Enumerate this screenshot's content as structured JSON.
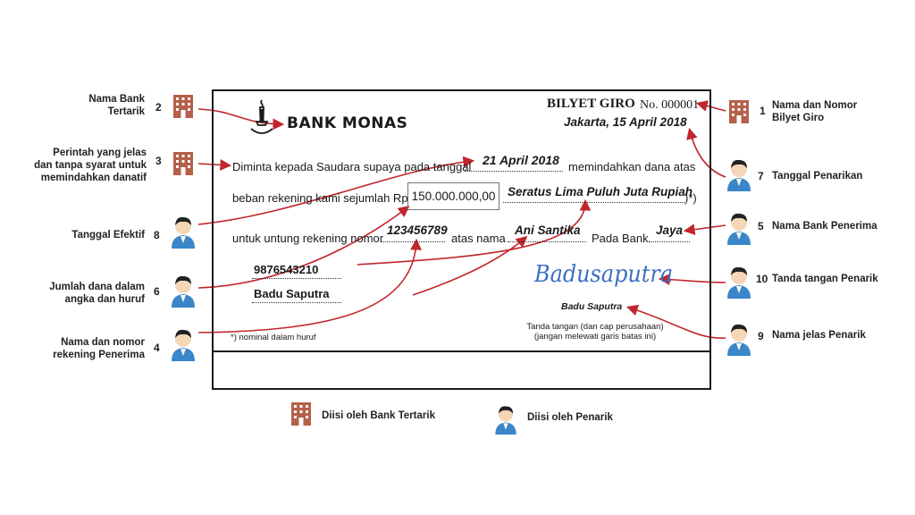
{
  "cheque": {
    "bank_name": "BANK MONAS",
    "title": "BILYET GIRO",
    "number": "No. 000001",
    "issue_date": "Jakarta, 15 April 2018",
    "line1_prefix": "Diminta kepada Saudara supaya pada tanggal",
    "effective_date": "21 April 2018",
    "line1_suffix": "memindahkan dana atas",
    "line2_prefix": "beban rekening kami sejumlah Rp",
    "amount_number": "150.000.000,00",
    "amount_words": "Seratus Lima Puluh Juta Rupiah",
    "line2_suffix": ")*)",
    "line3_prefix": "untuk untung rekening nomor",
    "recipient_account": "123456789",
    "line3_mid": "atas nama",
    "recipient_name": "Ani Santika",
    "line3_bank": "Pada Bank",
    "recipient_bank": "Jaya",
    "drawer_account": "9876543210",
    "drawer_name": "Badu Saputra",
    "signature": "Badusaputra",
    "drawer_name_printed": "Badu Saputra",
    "sign_caption_1": "Tanda tangan (dan cap perusahaan)",
    "sign_caption_2": "(jangan melewati garis batas ini)",
    "footnote": "*) nominal dalam huruf"
  },
  "labels": {
    "l1": {
      "num": "1",
      "text": "Nama dan Nomor Bilyet Giro"
    },
    "l2": {
      "num": "2",
      "text": "Nama Bank Tertarik"
    },
    "l3": {
      "num": "3",
      "text": "Perintah yang jelas dan tanpa syarat untuk memindahkan danatif"
    },
    "l4": {
      "num": "4",
      "text": "Nama dan nomor rekening Penerima"
    },
    "l5": {
      "num": "5",
      "text": "Nama Bank Penerima"
    },
    "l6": {
      "num": "6",
      "text": "Jumlah dana dalam angka dan huruf"
    },
    "l7": {
      "num": "7",
      "text": "Tanggal Penarikan"
    },
    "l8": {
      "num": "8",
      "text": "Tanggal Efektif"
    },
    "l9": {
      "num": "9",
      "text": "Nama jelas Penarik"
    },
    "l10": {
      "num": "10",
      "text": "Tanda tangan Penarik"
    }
  },
  "legend": {
    "bank": "Diisi oleh Bank Tertarik",
    "drawer": "Diisi oleh Penarik"
  },
  "colors": {
    "arrow": "#c0262d",
    "filled_text": "#3b6fc4",
    "building": "#b5604a",
    "person_shirt": "#3a86c8"
  }
}
